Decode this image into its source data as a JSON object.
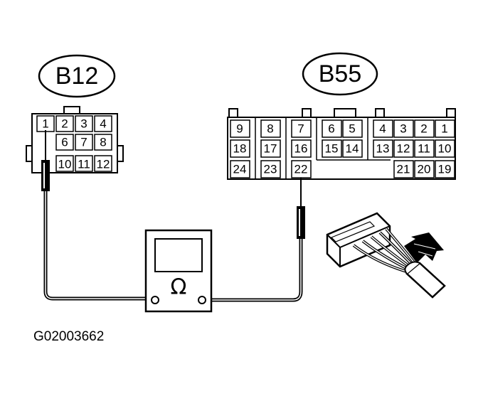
{
  "connector_left": {
    "name": "B12",
    "pins": [
      "1",
      "2",
      "3",
      "4",
      "6",
      "7",
      "8",
      "10",
      "11",
      "12"
    ]
  },
  "connector_right": {
    "name": "B55",
    "pins": [
      "9",
      "8",
      "7",
      "6",
      "5",
      "4",
      "3",
      "2",
      "1",
      "18",
      "17",
      "16",
      "15",
      "14",
      "13",
      "12",
      "11",
      "10",
      "24",
      "23",
      "22",
      "21",
      "20",
      "19"
    ]
  },
  "meter": {
    "symbol": "Ω"
  },
  "figure_code": "G02003662"
}
